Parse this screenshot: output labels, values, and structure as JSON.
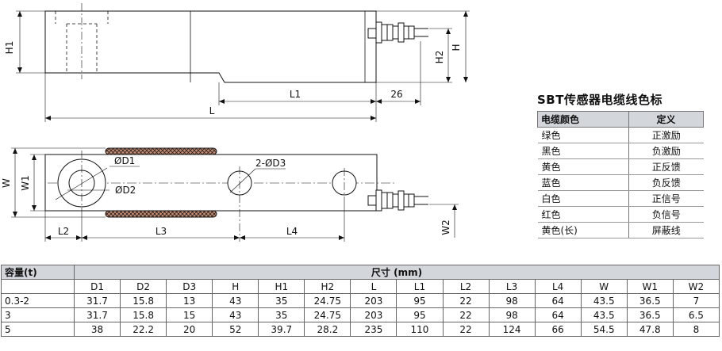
{
  "drawing": {
    "dim_labels": {
      "H1": "H1",
      "H2": "H2",
      "H": "H",
      "L1": "L1",
      "d26": "26",
      "L": "L",
      "W": "W",
      "W1": "W1",
      "W2": "W2",
      "L2": "L2",
      "L3": "L3",
      "L4": "L4",
      "D1": "ØD1",
      "D2": "ØD2",
      "D3": "2-ØD3"
    }
  },
  "legend": {
    "title": "SBT传感器电缆线色标",
    "headers": [
      "电缆颜色",
      "定义"
    ],
    "rows": [
      [
        "绿色",
        "正激励"
      ],
      [
        "黑色",
        "负激励"
      ],
      [
        "黄色",
        "正反馈"
      ],
      [
        "蓝色",
        "负反馈"
      ],
      [
        "白色",
        "正信号"
      ],
      [
        "红色",
        "负信号"
      ],
      [
        "黄色(长)",
        "屏蔽线"
      ]
    ]
  },
  "dimension_table": {
    "capacity_header": "容量(t)",
    "size_header": "尺寸 (mm)",
    "columns": [
      "D1",
      "D2",
      "D3",
      "H",
      "H1",
      "H2",
      "L",
      "L1",
      "L2",
      "L3",
      "L4",
      "W",
      "W1",
      "W2"
    ],
    "rows": [
      {
        "capacity": "0.3-2",
        "values": [
          "31.7",
          "15.8",
          "13",
          "43",
          "35",
          "24.75",
          "203",
          "95",
          "22",
          "98",
          "64",
          "43.5",
          "36.5",
          "7"
        ]
      },
      {
        "capacity": "3",
        "values": [
          "31.7",
          "15.8",
          "15",
          "43",
          "35",
          "24.75",
          "203",
          "95",
          "22",
          "98",
          "64",
          "43.5",
          "36.5",
          "6.5"
        ]
      },
      {
        "capacity": "5",
        "values": [
          "38",
          "22.2",
          "20",
          "52",
          "39.7",
          "28.2",
          "235",
          "110",
          "22",
          "124",
          "66",
          "54.5",
          "47.8",
          "8"
        ]
      }
    ]
  }
}
